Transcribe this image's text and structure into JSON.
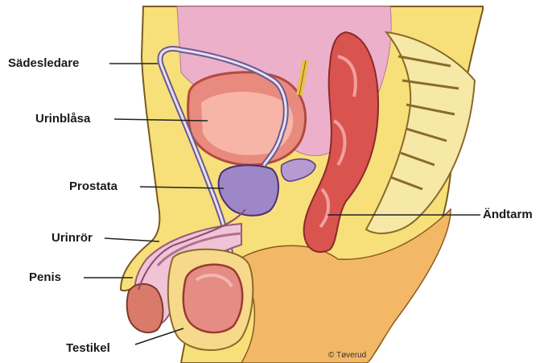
{
  "labels": {
    "vas_deferens": "Sädesledare",
    "bladder": "Urinblåsa",
    "prostate": "Prostata",
    "urethra": "Urinrör",
    "penis": "Penis",
    "testicle": "Testikel",
    "rectum": "Ändtarm"
  },
  "credit": "© Tøverud"
}
